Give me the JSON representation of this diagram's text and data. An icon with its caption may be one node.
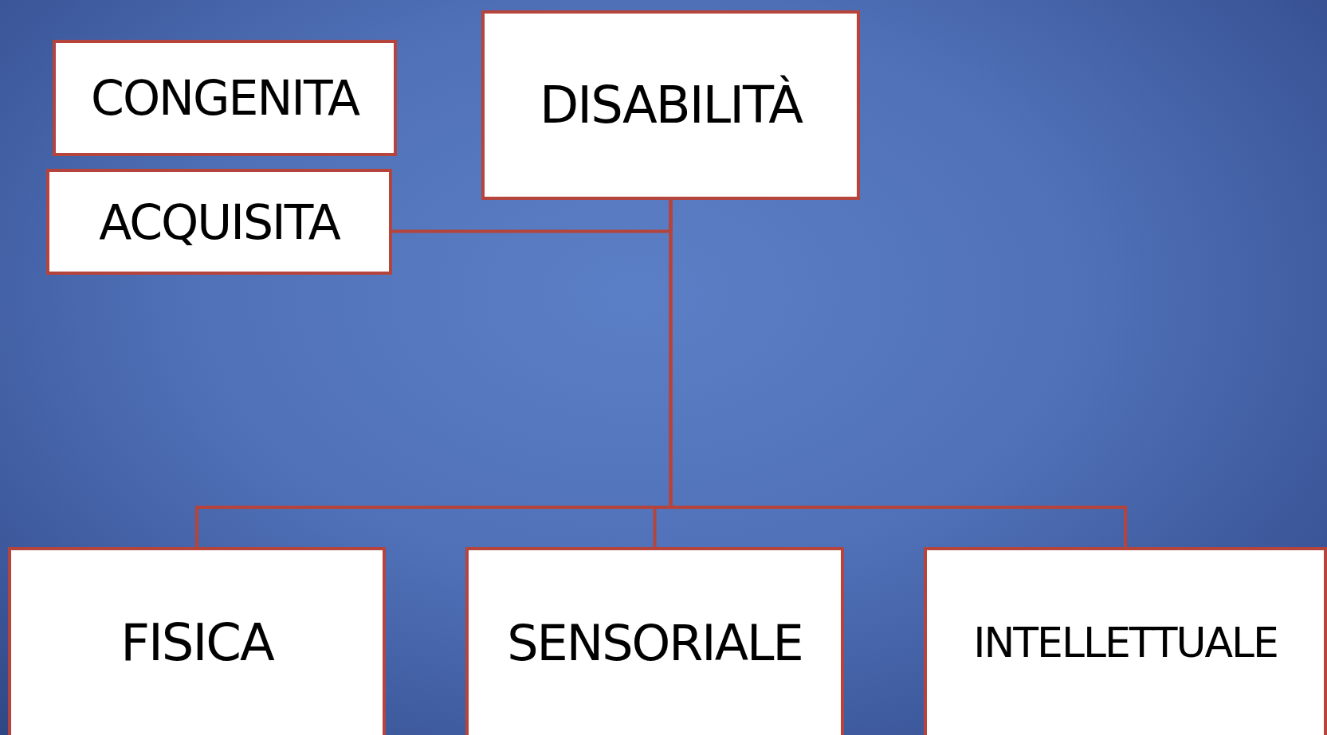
{
  "diagram": {
    "nodes": [
      {
        "text": [
          "CONGENITA"
        ]
      },
      {
        "text": [
          "DISABILITÀ"
        ]
      },
      {
        "text": [
          "ACQUISITA"
        ]
      },
      {
        "text": [
          "FISICA"
        ]
      },
      {
        "text": [
          "SENSORIALE"
        ]
      },
      {
        "text": [
          "INTELLETTUALE"
        ]
      }
    ],
    "edges": [
      {
        "from": 1,
        "to": 2,
        "arrow": "none"
      },
      {
        "from": 1,
        "to": 3,
        "arrow": "none"
      },
      {
        "from": 1,
        "to": 4,
        "arrow": "none"
      },
      {
        "from": 1,
        "to": 5,
        "arrow": "none"
      }
    ]
  }
}
